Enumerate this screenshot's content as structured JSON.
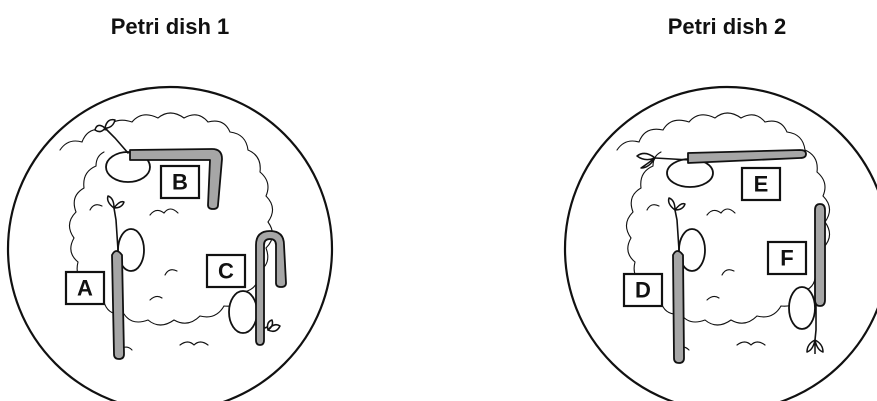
{
  "dishes": [
    {
      "title": "Petri dish 1",
      "seedlings": [
        "A",
        "B",
        "C"
      ]
    },
    {
      "title": "Petri dish 2",
      "seedlings": [
        "D",
        "E",
        "F"
      ]
    }
  ]
}
